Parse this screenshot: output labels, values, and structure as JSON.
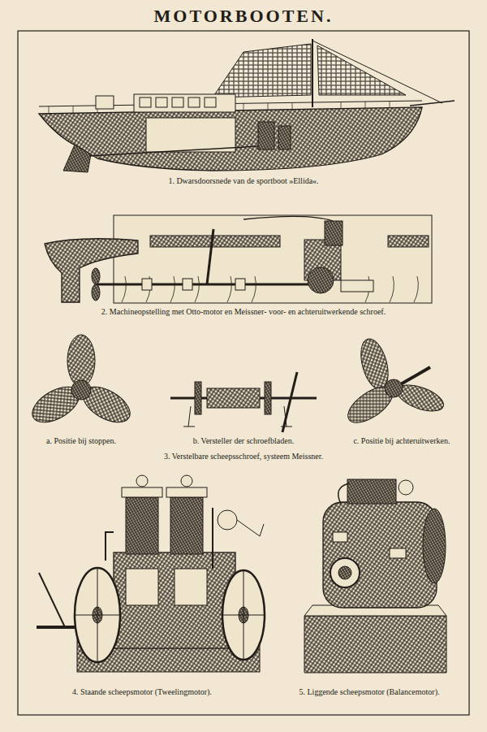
{
  "diagram": {
    "title": "MOTORBOOTEN.",
    "labels": [
      "1. Dwarsdoorsnede van de sportboot »Ellida«.",
      "2. Machineopstelling met Otto-motor en Meissner- voor- en achteruitwerkende schroef.",
      "a. Positie bij stoppen.",
      "b. Versteller der schroefbladen.",
      "c. Positie bij achteruitwerken.",
      "3. Verstelbare scheepsschroef, systeem Meissner.",
      "4. Staande scheepsmotor (Tweelingmotor).",
      "5. Liggende scheepsmotor (Balancemotor)."
    ]
  }
}
